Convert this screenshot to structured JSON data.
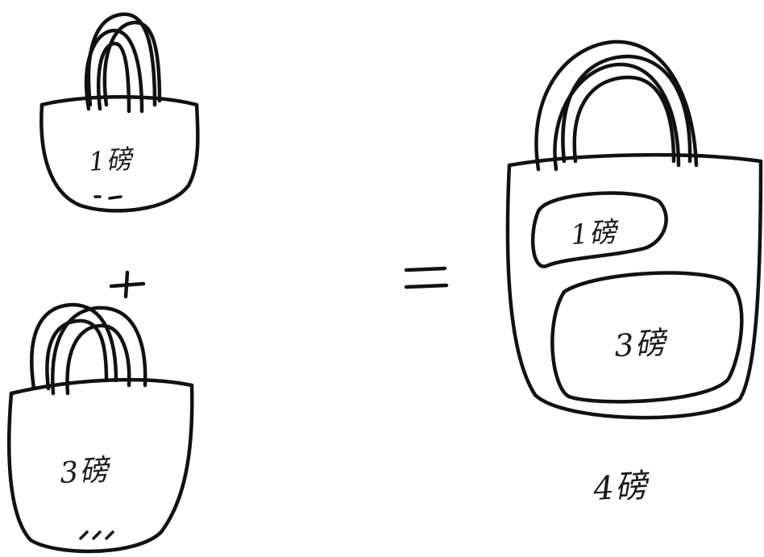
{
  "diagram": {
    "small_bag_label": "1磅",
    "medium_bag_label": "3磅",
    "plus_sign": "+",
    "equals_sign": "=",
    "big_bag_inner_small_label": "1磅",
    "big_bag_inner_large_label": "3磅",
    "total_label": "4磅"
  }
}
